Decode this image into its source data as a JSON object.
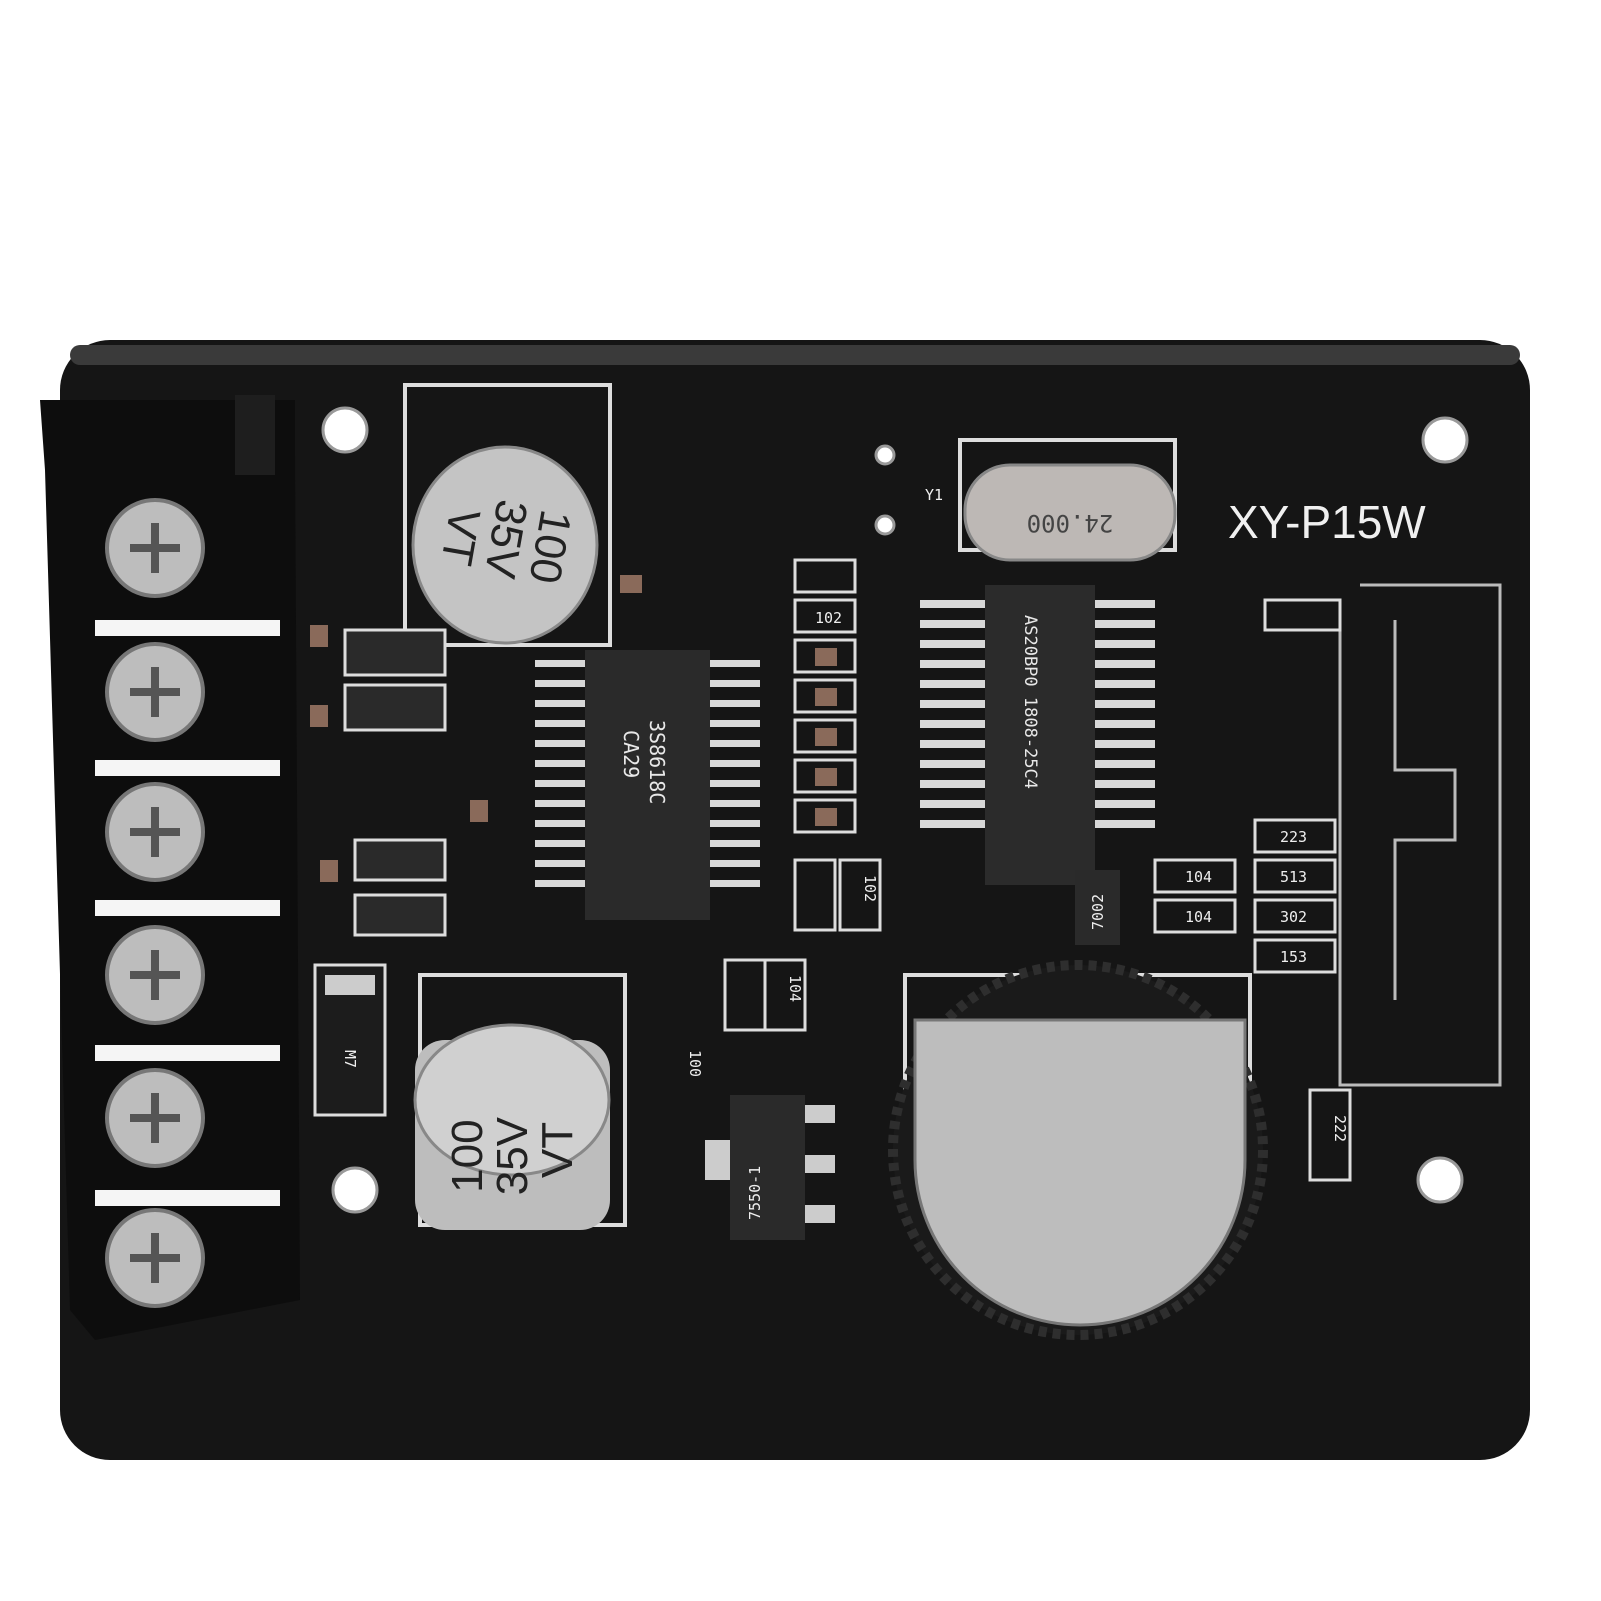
{
  "board": {
    "model": "XY-P15W",
    "crystal_marking": "24.000",
    "crystal_ref": "Y1",
    "left_chip_marking": [
      "3S8618C",
      "CA29"
    ],
    "right_chip_marking": "AS20BP0 1808-25C4",
    "capacitor_top": [
      "100",
      "35V",
      "VT"
    ],
    "capacitor_bottom": [
      "100",
      "35V",
      "VT"
    ],
    "diode_marking": "M7",
    "regulator_marking": "7550-1",
    "transistor_marking": "7002",
    "resistor_codes": [
      "102",
      "102",
      "104",
      "104",
      "223",
      "513",
      "302",
      "153",
      "222",
      "100",
      "104"
    ],
    "colors": {
      "pcb": "#151515",
      "silkscreen": "#e8e8e8",
      "metal": "#c9c9c9",
      "terminal": "#0d0d0d"
    }
  }
}
